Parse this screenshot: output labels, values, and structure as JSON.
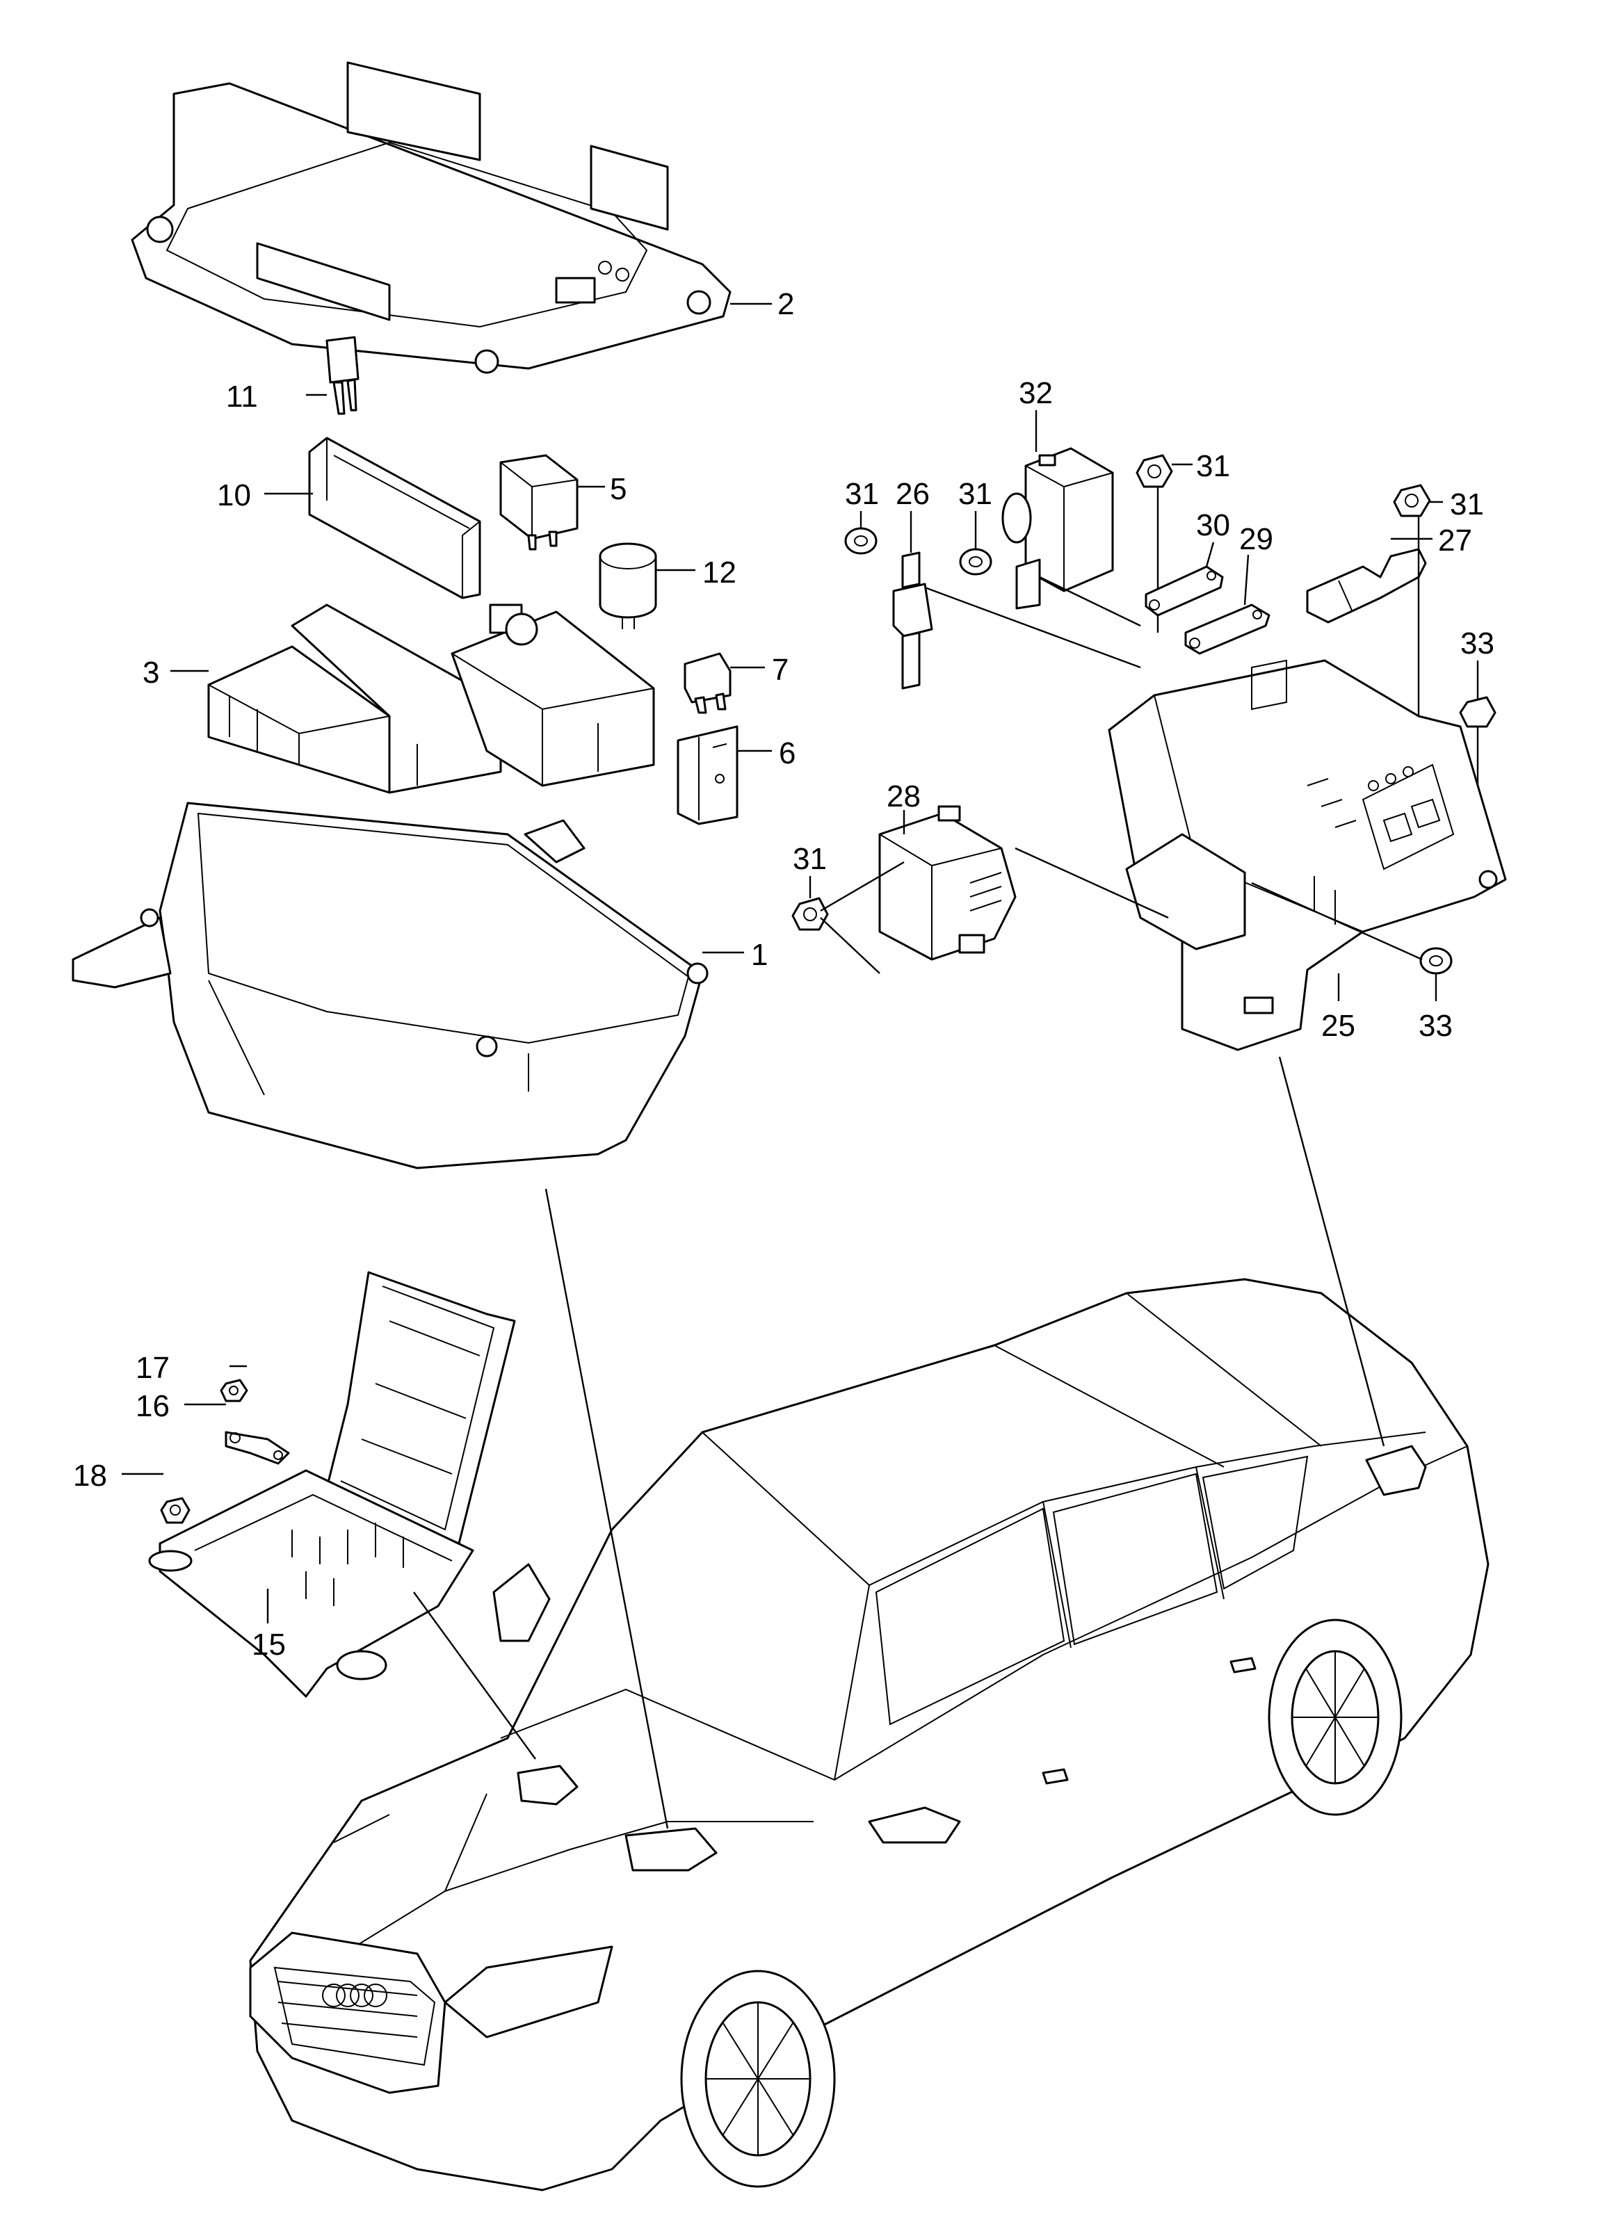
{
  "callouts": [
    {
      "id": "c1",
      "label": "1"
    },
    {
      "id": "c2",
      "label": "2"
    },
    {
      "id": "c3",
      "label": "3"
    },
    {
      "id": "c5",
      "label": "5"
    },
    {
      "id": "c6",
      "label": "6"
    },
    {
      "id": "c7",
      "label": "7"
    },
    {
      "id": "c10",
      "label": "10"
    },
    {
      "id": "c11",
      "label": "11"
    },
    {
      "id": "c12",
      "label": "12"
    },
    {
      "id": "c15",
      "label": "15"
    },
    {
      "id": "c16",
      "label": "16"
    },
    {
      "id": "c17",
      "label": "17"
    },
    {
      "id": "c18",
      "label": "18"
    },
    {
      "id": "c25",
      "label": "25"
    },
    {
      "id": "c26",
      "label": "26"
    },
    {
      "id": "c27",
      "label": "27"
    },
    {
      "id": "c28",
      "label": "28"
    },
    {
      "id": "c29",
      "label": "29"
    },
    {
      "id": "c30",
      "label": "30"
    },
    {
      "id": "c31a",
      "label": "31"
    },
    {
      "id": "c31b",
      "label": "31"
    },
    {
      "id": "c31c",
      "label": "31"
    },
    {
      "id": "c31d",
      "label": "31"
    },
    {
      "id": "c31e",
      "label": "31"
    },
    {
      "id": "c32",
      "label": "32"
    },
    {
      "id": "c33a",
      "label": "33"
    },
    {
      "id": "c33b",
      "label": "33"
    }
  ]
}
